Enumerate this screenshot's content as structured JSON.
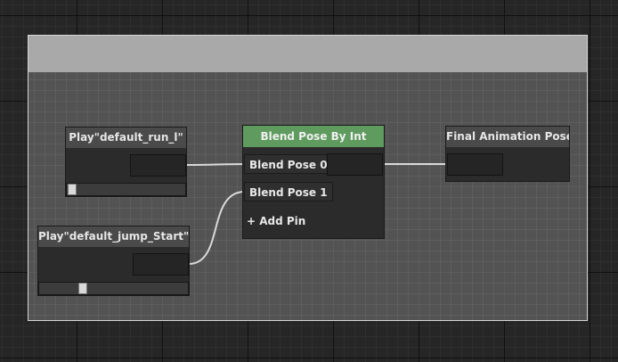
{
  "nodes": {
    "run": {
      "title": "Play\"default_run_l\"",
      "timeline_position": 0.0
    },
    "jump": {
      "title": "Play\"default_jump_Start\"",
      "timeline_position": 0.29
    },
    "blend": {
      "title": "Blend Pose By Int",
      "pins": [
        "Blend Pose 0",
        "Blend Pose 1"
      ],
      "add_pin_label": "+ Add Pin"
    },
    "final": {
      "title": "Final Animation Pose"
    }
  },
  "colors": {
    "blend_header": "#5f9b5f",
    "wire": "#d9d9d9",
    "comment_header": "#a9a9a9"
  }
}
